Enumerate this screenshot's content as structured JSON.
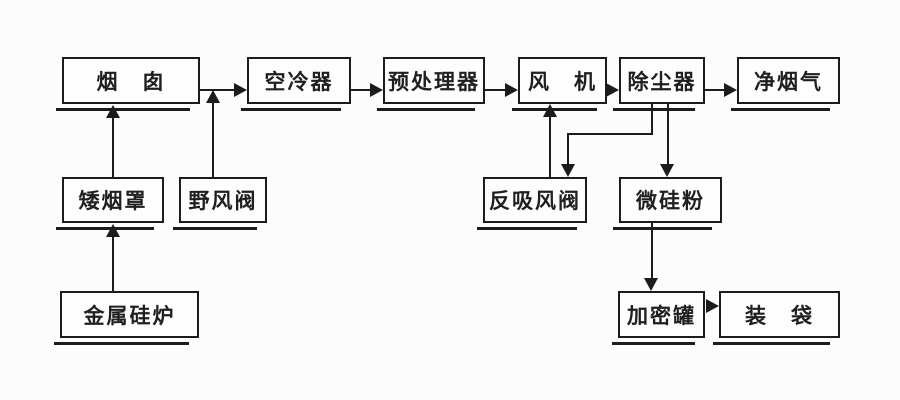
{
  "diagram": {
    "type": "process-flowchart",
    "language": "zh-CN",
    "nodes": [
      {
        "id": "chimney",
        "label": "烟　囱"
      },
      {
        "id": "air-cooler",
        "label": "空冷器"
      },
      {
        "id": "preprocessor",
        "label": "预处理器"
      },
      {
        "id": "fan",
        "label": "风　机"
      },
      {
        "id": "dust-collector",
        "label": "除尘器"
      },
      {
        "id": "clean-flue-gas",
        "label": "净烟气"
      },
      {
        "id": "low-smoke-hood",
        "label": "矮烟罩"
      },
      {
        "id": "wild-air-valve",
        "label": "野风阀"
      },
      {
        "id": "back-suction-valve",
        "label": "反吸风阀"
      },
      {
        "id": "silica-fume",
        "label": "微硅粉"
      },
      {
        "id": "metal-silicon-furnace",
        "label": "金属硅炉"
      },
      {
        "id": "densifying-tank",
        "label": "加密罐"
      },
      {
        "id": "bagging",
        "label": "装　袋"
      }
    ],
    "edges": [
      {
        "from": "metal-silicon-furnace",
        "to": "low-smoke-hood"
      },
      {
        "from": "low-smoke-hood",
        "to": "chimney"
      },
      {
        "from": "chimney",
        "to": "air-cooler"
      },
      {
        "from": "wild-air-valve",
        "to": "chimney-air-cooler-duct"
      },
      {
        "from": "air-cooler",
        "to": "preprocessor"
      },
      {
        "from": "preprocessor",
        "to": "fan"
      },
      {
        "from": "fan",
        "to": "dust-collector"
      },
      {
        "from": "dust-collector",
        "to": "clean-flue-gas"
      },
      {
        "from": "back-suction-valve",
        "to": "fan"
      },
      {
        "from": "dust-collector",
        "to": "back-suction-valve"
      },
      {
        "from": "dust-collector",
        "to": "silica-fume"
      },
      {
        "from": "silica-fume",
        "to": "densifying-tank"
      },
      {
        "from": "densifying-tank",
        "to": "bagging"
      }
    ],
    "colors": {
      "line": "#1c1c1c",
      "background": "#fcfcfc",
      "box_fill": "#fdfdfd"
    }
  }
}
